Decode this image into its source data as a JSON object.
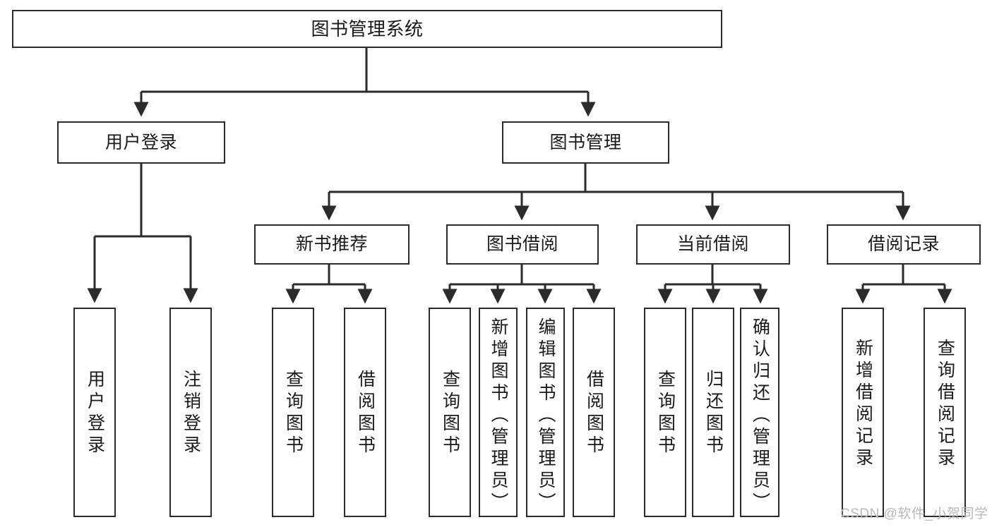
{
  "diagram": {
    "title": "图书管理系统",
    "type": "functional-structure-tree",
    "watermark": "CSDN @软件_小贺同学",
    "colors": {
      "stroke": "#2b2b2b",
      "fill": "#ffffff",
      "text": "#1a1a1a",
      "watermark": "#b9b9b9"
    },
    "nodes": {
      "root": {
        "label": "图书管理系统"
      },
      "level1": [
        {
          "id": "user-login",
          "label": "用户登录"
        },
        {
          "id": "book-manage",
          "label": "图书管理"
        }
      ],
      "level2": [
        {
          "id": "new-book-recommend",
          "label": "新书推荐"
        },
        {
          "id": "book-borrow",
          "label": "图书借阅"
        },
        {
          "id": "current-borrow",
          "label": "当前借阅"
        },
        {
          "id": "borrow-record",
          "label": "借阅记录"
        }
      ],
      "leaves": [
        {
          "id": "leaf-user-login",
          "label": "用户登录",
          "parent": "user-login"
        },
        {
          "id": "leaf-logout-login",
          "label": "注销登录",
          "parent": "user-login"
        },
        {
          "id": "leaf-query-book-1",
          "label": "查询图书",
          "parent": "new-book-recommend"
        },
        {
          "id": "leaf-borrow-book-1",
          "label": "借阅图书",
          "parent": "new-book-recommend"
        },
        {
          "id": "leaf-query-book-2",
          "label": "查询图书",
          "parent": "book-borrow"
        },
        {
          "id": "leaf-add-book",
          "label": "新增图书（管理员）",
          "parent": "book-borrow"
        },
        {
          "id": "leaf-edit-book",
          "label": "编辑图书（管理员）",
          "parent": "book-borrow"
        },
        {
          "id": "leaf-borrow-book-2",
          "label": "借阅图书",
          "parent": "book-borrow"
        },
        {
          "id": "leaf-query-book-3",
          "label": "查询图书",
          "parent": "current-borrow"
        },
        {
          "id": "leaf-return-book",
          "label": "归还图书",
          "parent": "current-borrow"
        },
        {
          "id": "leaf-confirm-return",
          "label": "确认归还（管理员）",
          "parent": "current-borrow"
        },
        {
          "id": "leaf-add-record",
          "label": "新增借阅记录",
          "parent": "borrow-record"
        },
        {
          "id": "leaf-query-record",
          "label": "查询借阅记录",
          "parent": "borrow-record"
        }
      ]
    }
  }
}
